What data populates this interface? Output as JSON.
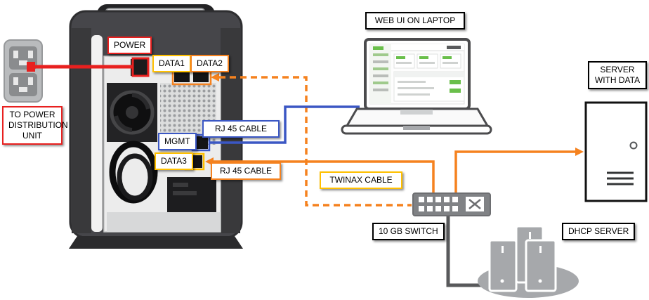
{
  "colors": {
    "power": "#e8201f",
    "mgmt": "#3b57c4",
    "data": "#f5821f",
    "gold": "#ffc000",
    "ethernet": "#58595b",
    "black": "#000000"
  },
  "labels": {
    "to_power_unit": "TO POWER DISTRIBUTION UNIT",
    "power": "POWER",
    "data1": "DATA1",
    "data2": "DATA2",
    "mgmt": "MGMT",
    "data3": "DATA3",
    "rj45_mgmt": "RJ 45 CABLE",
    "rj45_data": "RJ 45 CABLE",
    "twinax": "TWINAX CABLE",
    "web_ui_laptop": "WEB UI ON LAPTOP",
    "server_with_data": "SERVER WITH DATA",
    "switch": "10 GB SWITCH",
    "dhcp_server": "DHCP SERVER"
  }
}
